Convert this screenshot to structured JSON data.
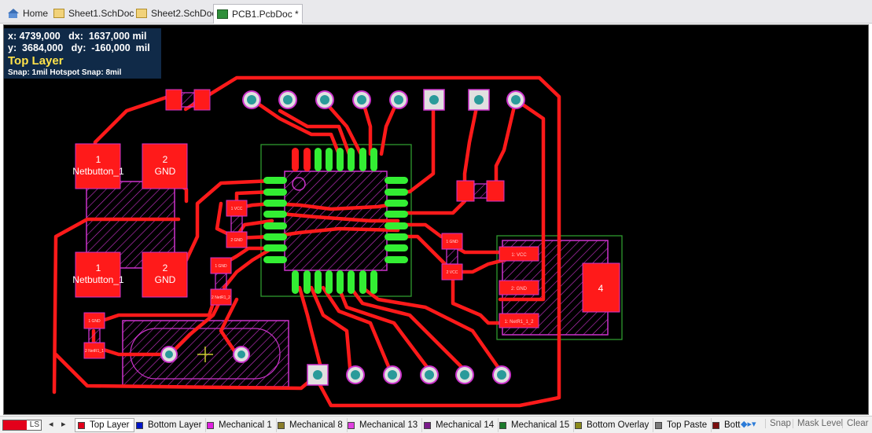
{
  "tabs": [
    {
      "label": "Home",
      "icon": "home-icon"
    },
    {
      "label": "Sheet1.SchDoc",
      "icon": "schematic-doc-icon"
    },
    {
      "label": "Sheet2.SchDoc",
      "icon": "schematic-doc-icon"
    },
    {
      "label": "PCB1.PcbDoc *",
      "icon": "pcb-doc-icon",
      "active": true
    }
  ],
  "hud": {
    "line1": "x: 4739,000   dx:  1637,000 mil",
    "line2": "y:  3684,000   dy:  -160,000  mil",
    "layer": "Top Layer",
    "snap": "Snap: 1mil Hotspot Snap: 8mil"
  },
  "board": {
    "colors": {
      "copper": "#ff1a1a",
      "overlay": "#cc33cc",
      "mech": "#2f9a2f",
      "pad_green": "#33ee33",
      "via": "#2a9a9a"
    },
    "pads": {
      "netbutton_1": {
        "num": "1",
        "net": "Netbutton_1"
      },
      "gnd_2": {
        "num": "2",
        "net": "GND"
      },
      "pad4": "4"
    },
    "connector_labels": [
      "1: VCC",
      "2: GND",
      "1: NetR1_1_2"
    ],
    "small_labels": [
      "1 VCC",
      "2 GND",
      "1 GND",
      "2 VCC",
      "1 GND",
      "2 NetR1_2",
      "1 GND",
      "2 NetR1_1"
    ]
  },
  "layerbar": {
    "current": "LS",
    "layers": [
      {
        "label": "Top Layer",
        "color": "#e3001b",
        "active": true
      },
      {
        "label": "Bottom Layer",
        "color": "#0015c8"
      },
      {
        "label": "Mechanical 1",
        "color": "#e020e0"
      },
      {
        "label": "Mechanical 8",
        "color": "#8a7d2a"
      },
      {
        "label": "Mechanical 13",
        "color": "#e040e0"
      },
      {
        "label": "Mechanical 14",
        "color": "#7a1a8a"
      },
      {
        "label": "Mechanical 15",
        "color": "#1a7a2a"
      },
      {
        "label": "Bottom Overlay",
        "color": "#8a8a1a"
      },
      {
        "label": "Top Paste",
        "color": "#7a7a7a"
      },
      {
        "label": "Bott",
        "color": "#7a0d0d"
      }
    ],
    "buttons": [
      "Snap",
      "Mask Level",
      "Clear"
    ]
  }
}
